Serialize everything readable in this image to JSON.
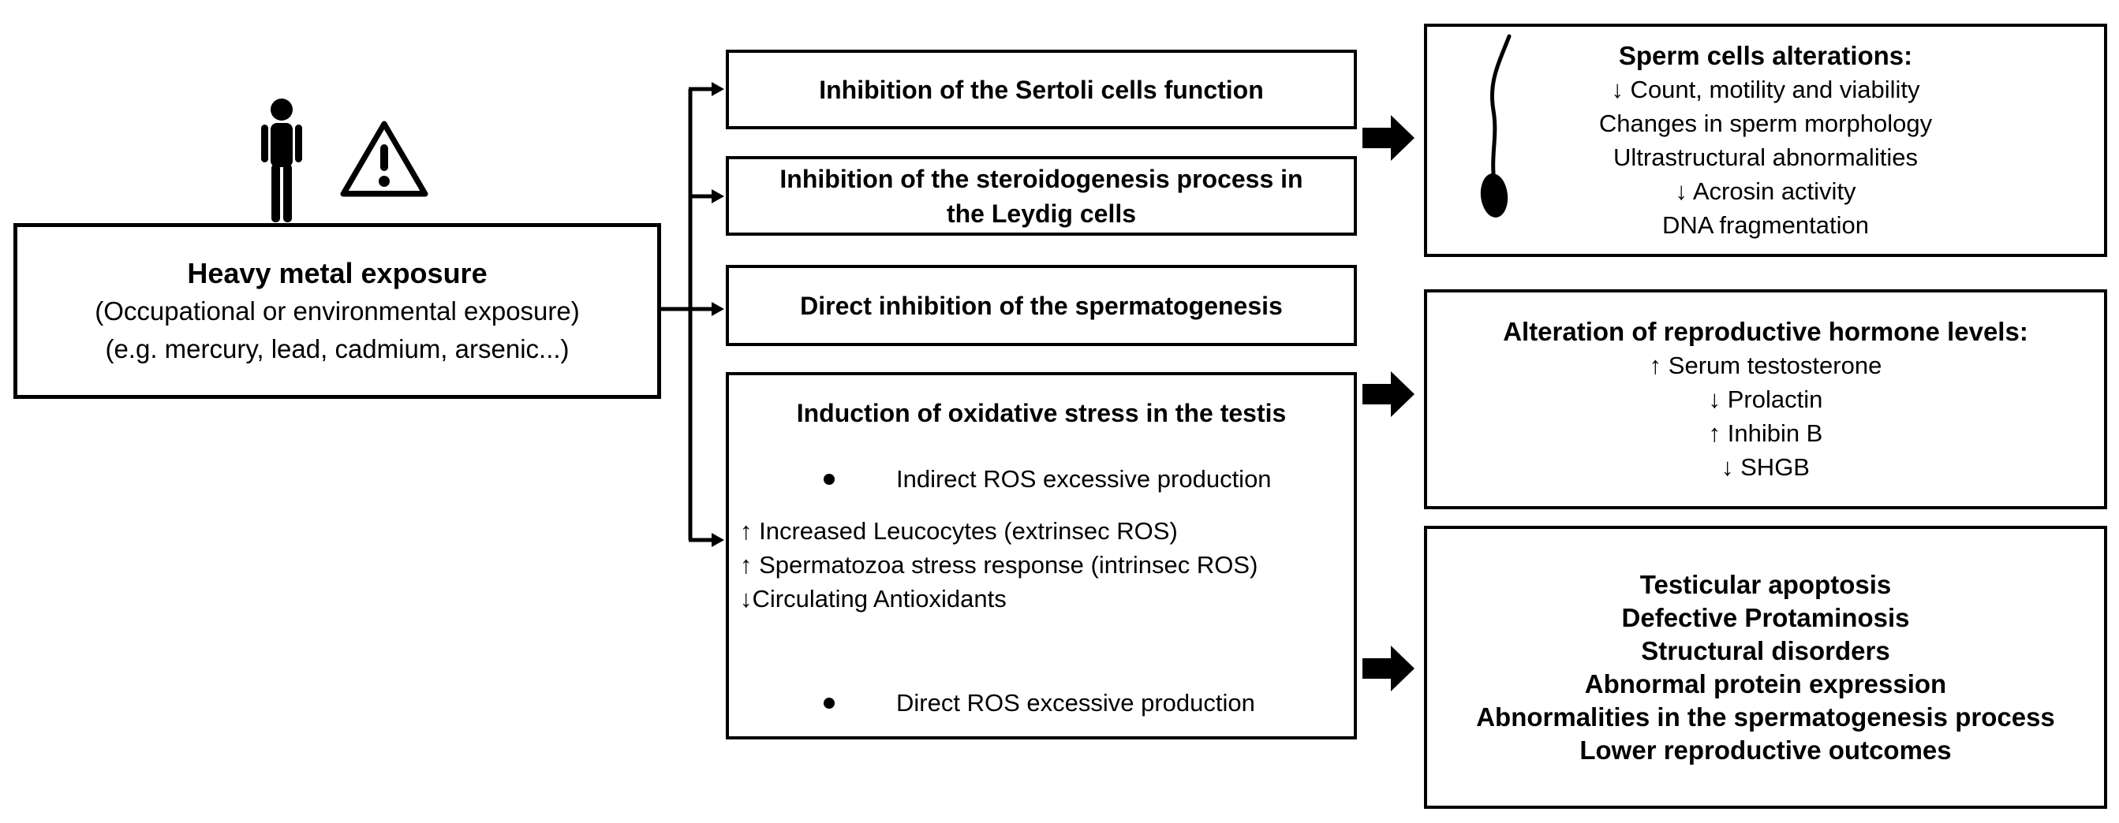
{
  "icons": {
    "person": "person-pictogram",
    "warning": "warning-triangle",
    "sperm": "sperm-cell"
  },
  "source_box": {
    "title": "Heavy metal exposure",
    "subtitle1": "(Occupational or environmental exposure)",
    "subtitle2": "(e.g. mercury, lead, cadmium, arsenic...)"
  },
  "mechanism_boxes": {
    "sertoli": {
      "lines": [
        "Inhibition of the Sertoli cells function"
      ]
    },
    "steroidogenesis": {
      "lines": [
        "Inhibition of the steroidogenesis process in",
        "the Leydig cells"
      ]
    },
    "spermatogenesis": {
      "lines": [
        "Direct inhibition of the spermatogenesis"
      ]
    },
    "oxidative": {
      "title": "Induction of oxidative stress in the testis",
      "bullet_indirect": "Indirect ROS excessive production",
      "effects": [
        "↑ Increased Leucocytes (extrinsec ROS)",
        "↑ Spermatozoa stress response (intrinsec ROS)",
        "↓Circulating Antioxidants"
      ],
      "bullet_direct": "Direct ROS excessive production"
    }
  },
  "outcome_boxes": {
    "sperm_alterations": {
      "title": "Sperm cells alterations:",
      "lines": [
        "↓ Count, motility and viability",
        "Changes in sperm morphology",
        "Ultrastructural abnormalities",
        "↓ Acrosin activity",
        "DNA fragmentation"
      ]
    },
    "hormones": {
      "title": "Alteration of reproductive hormone levels:",
      "lines": [
        "↑ Serum testosterone",
        "↓ Prolactin",
        "↑ Inhibin B",
        "↓ SHGB"
      ]
    },
    "testicular": {
      "lines": [
        "Testicular apoptosis",
        "Defective Protaminosis",
        "Structural disorders",
        "Abnormal protein expression",
        "Abnormalities in the spermatogenesis process",
        "Lower reproductive outcomes"
      ]
    }
  },
  "colors": {
    "ink": "#000000",
    "background": "#ffffff"
  }
}
